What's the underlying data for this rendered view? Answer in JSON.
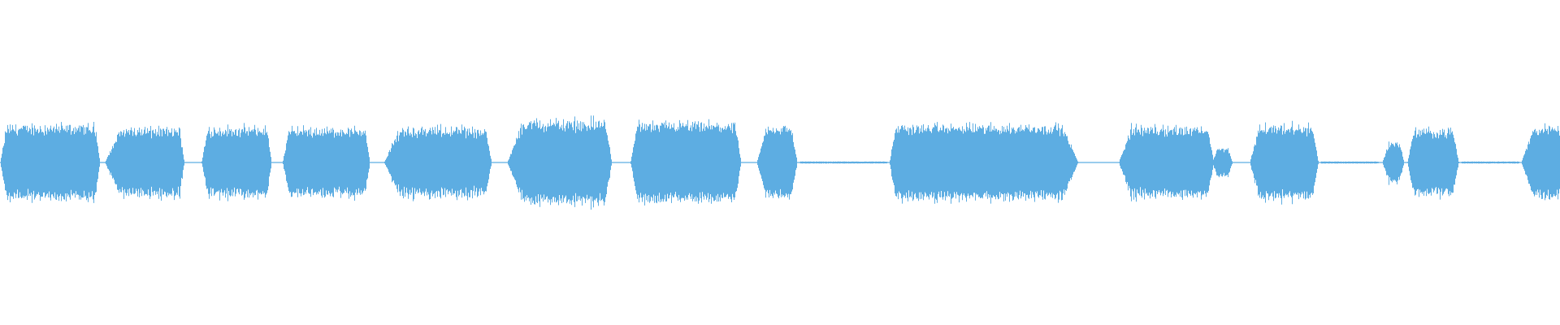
{
  "waveform": {
    "color": "#5dade2",
    "background": "#ffffff",
    "amplitude_scale": "relative (0–1)",
    "segments": [
      {
        "start": 0.0,
        "end": 0.064,
        "level": 0.78,
        "attack": 0.004,
        "release": 0.003,
        "ripple": 0.1
      },
      {
        "start": 0.067,
        "end": 0.118,
        "level": 0.74,
        "attack": 0.01,
        "release": 0.003,
        "ripple": 0.16
      },
      {
        "start": 0.129,
        "end": 0.174,
        "level": 0.74,
        "attack": 0.004,
        "release": 0.003,
        "ripple": 0.12
      },
      {
        "start": 0.181,
        "end": 0.237,
        "level": 0.72,
        "attack": 0.004,
        "release": 0.003,
        "ripple": 0.1
      },
      {
        "start": 0.246,
        "end": 0.315,
        "level": 0.75,
        "attack": 0.01,
        "release": 0.004,
        "ripple": 0.16
      },
      {
        "start": 0.325,
        "end": 0.392,
        "level": 0.9,
        "attack": 0.01,
        "release": 0.004,
        "ripple": 0.14
      },
      {
        "start": 0.404,
        "end": 0.475,
        "level": 0.82,
        "attack": 0.004,
        "release": 0.004,
        "ripple": 0.08
      },
      {
        "start": 0.485,
        "end": 0.511,
        "level": 0.77,
        "attack": 0.006,
        "release": 0.004,
        "ripple": 0.1
      },
      {
        "start": 0.511,
        "end": 0.57,
        "level": 0.02,
        "attack": 0.002,
        "release": 0.002,
        "ripple": 0.0
      },
      {
        "start": 0.57,
        "end": 0.691,
        "level": 0.78,
        "attack": 0.004,
        "release": 0.01,
        "ripple": 0.08
      },
      {
        "start": 0.717,
        "end": 0.778,
        "level": 0.77,
        "attack": 0.008,
        "release": 0.004,
        "ripple": 0.14
      },
      {
        "start": 0.777,
        "end": 0.79,
        "level": 0.3,
        "attack": 0.003,
        "release": 0.003,
        "ripple": 0.1
      },
      {
        "start": 0.801,
        "end": 0.845,
        "level": 0.79,
        "attack": 0.006,
        "release": 0.004,
        "ripple": 0.1
      },
      {
        "start": 0.845,
        "end": 0.885,
        "level": 0.02,
        "attack": 0.002,
        "release": 0.002,
        "ripple": 0.0
      },
      {
        "start": 0.886,
        "end": 0.9,
        "level": 0.42,
        "attack": 0.004,
        "release": 0.003,
        "ripple": 0.1
      },
      {
        "start": 0.902,
        "end": 0.935,
        "level": 0.7,
        "attack": 0.004,
        "release": 0.004,
        "ripple": 0.1
      },
      {
        "start": 0.935,
        "end": 0.975,
        "level": 0.02,
        "attack": 0.002,
        "release": 0.002,
        "ripple": 0.0
      },
      {
        "start": 0.975,
        "end": 1.0,
        "level": 0.76,
        "attack": 0.008,
        "release": 0.0,
        "ripple": 0.08
      }
    ]
  }
}
